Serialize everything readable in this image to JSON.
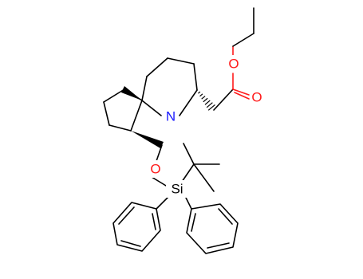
{
  "colors": {
    "carbon": "#000000",
    "nitrogen": "#1a1aff",
    "oxygen": "#ff1a1a",
    "silicon": "#000000",
    "background": "#ffffff"
  },
  "atoms": {
    "nitrogen": "N",
    "ether_oxygen": "O",
    "ester_oxygen": "O",
    "carbonyl_oxygen": "O",
    "silicon": "Si"
  }
}
